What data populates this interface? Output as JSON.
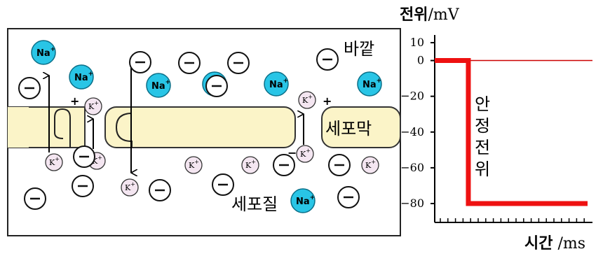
{
  "diagram": {
    "ions": {
      "sodium": "Na",
      "potassium": "K",
      "charge_plus": "+",
      "charge_minus": "−"
    },
    "labels": {
      "outside": "바깥",
      "membrane": "세포막",
      "inside": "세포질"
    },
    "membrane_signs": [
      "+",
      "+",
      "−",
      "−"
    ]
  },
  "chart_data": {
    "type": "line",
    "title": "",
    "ylabel_bold": "전위",
    "ylabel_unit": "/mV",
    "xlabel_bold": "시간",
    "xlabel_unit": " /ms",
    "ylim": [
      -90,
      10
    ],
    "yticks": [
      10,
      0,
      -20,
      -40,
      -60,
      -80
    ],
    "ytick_labels": [
      "10",
      "0",
      "−20",
      "−40",
      "−60",
      "−80"
    ],
    "series": [
      {
        "x": [
          0,
          0.22,
          0.22,
          1.0
        ],
        "y": [
          0,
          0,
          -80,
          -80
        ]
      }
    ],
    "annotation": [
      "안",
      "정",
      "전",
      "위"
    ],
    "colors": {
      "trace": "#ee1111",
      "zero_line": "#cc0000",
      "sodium": "#29c5e6",
      "potassium": "#f4e6f1",
      "membrane": "#fbf4c8"
    }
  }
}
